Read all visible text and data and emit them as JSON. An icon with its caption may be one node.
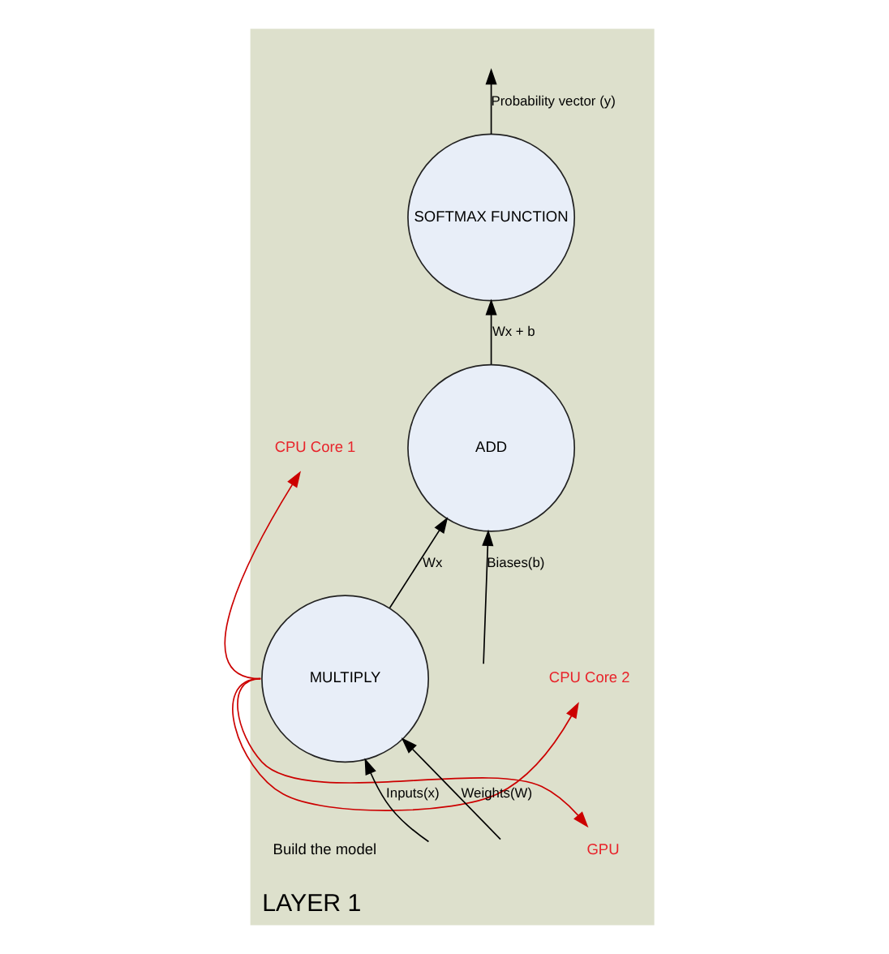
{
  "diagram": {
    "nodes": [
      {
        "text": [
          "LAYER 1"
        ]
      },
      {
        "text": [
          "SOFTMAX FUNCTION"
        ],
        "in": 0
      },
      {
        "text": [
          "ADD"
        ],
        "in": 0
      },
      {
        "text": [
          "CPU Core 1"
        ],
        "in": 0
      },
      {
        "text": [
          "CPU Core 2"
        ],
        "in": 0
      },
      {
        "text": [
          "MULTIPLY"
        ],
        "in": 0
      },
      {
        "text": [
          "GPU"
        ],
        "in": 0
      }
    ],
    "edges": [
      {
        "from": 1,
        "to": null,
        "arrow": "to",
        "label": "Probability vector (y)"
      },
      {
        "from": 2,
        "to": 1,
        "arrow": "to",
        "label": "Wx + b"
      },
      {
        "from": 5,
        "to": 2,
        "arrow": "to",
        "label": "Wx"
      },
      {
        "from": null,
        "to": 2,
        "arrow": "to",
        "label": "Biases(b)"
      },
      {
        "from": 5,
        "to": 3,
        "arrow": "to",
        "color": "#cc0000"
      },
      {
        "from": 5,
        "to": 4,
        "arrow": "to",
        "color": "#cc0000"
      },
      {
        "from": 5,
        "to": 6,
        "arrow": "to",
        "color": "#cc0000"
      },
      {
        "from": null,
        "to": 5,
        "arrow": "to",
        "label": "Weights(W)"
      },
      {
        "from": null,
        "to": 5,
        "arrow": "to",
        "label": "Inputs(x)"
      }
    ],
    "labels": [
      "Build the model"
    ]
  }
}
